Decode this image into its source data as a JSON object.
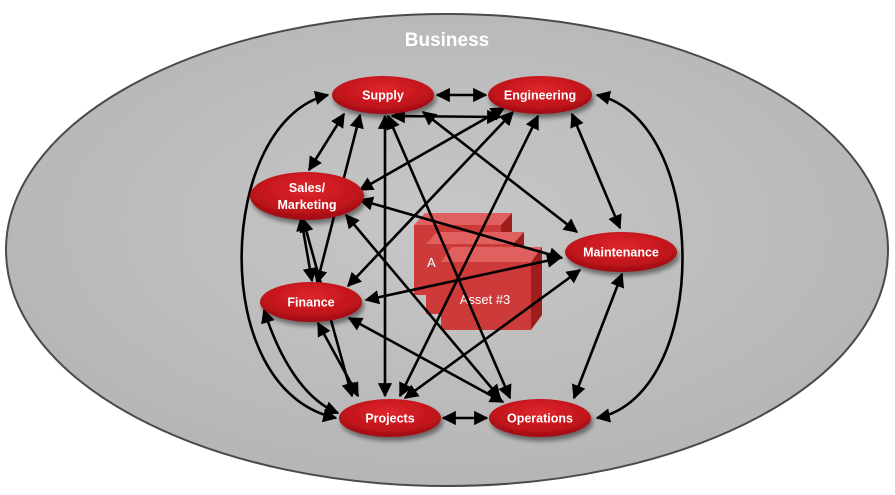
{
  "diagram": {
    "title": "Business",
    "nodes": {
      "supply": "Supply",
      "engineering": "Engineering",
      "sales_line1": "Sales/",
      "sales_line2": "Marketing",
      "maintenance": "Maintenance",
      "finance": "Finance",
      "projects": "Projects",
      "operations": "Operations"
    },
    "assets": {
      "front": "Asset #3",
      "middle_fragment": "A",
      "back_fragment": ""
    },
    "colors": {
      "background": "#bdbdbd",
      "node_fill": "#c0141b",
      "asset_fill": "#cc3a3a",
      "arrow": "#000000",
      "text": "#ffffff"
    }
  }
}
